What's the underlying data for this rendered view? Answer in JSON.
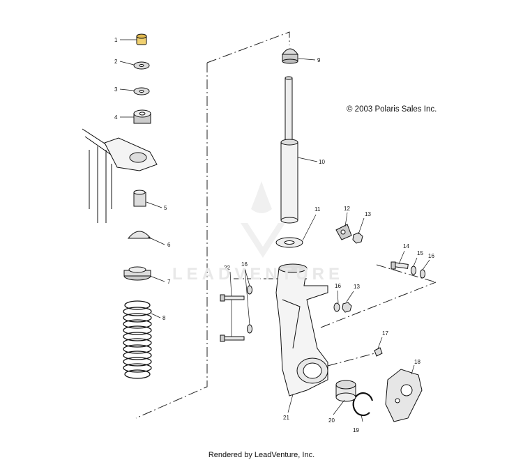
{
  "copyright": "© 2003 Polaris Sales Inc.",
  "footer": "Rendered by LeadVenture, Inc.",
  "watermark": "LEADVENTURE",
  "callouts": [
    "1",
    "2",
    "3",
    "4",
    "5",
    "6",
    "7",
    "8",
    "9",
    "10",
    "11",
    "12",
    "13",
    "14",
    "15",
    "16",
    "16",
    "16",
    "13",
    "17",
    "18",
    "19",
    "20",
    "21",
    "22"
  ]
}
